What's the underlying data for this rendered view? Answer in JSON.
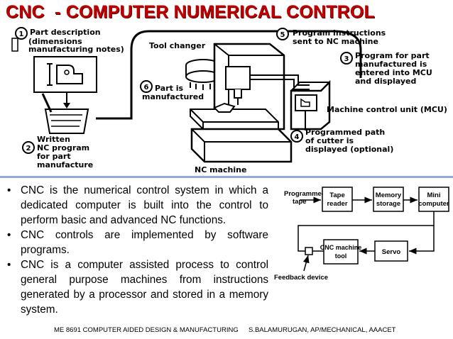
{
  "title": "CNC  - COMPUTER NUMERICAL CONTROL",
  "top_figure": {
    "step1": {
      "number": "1",
      "lines": [
        "Part description",
        "(dimensions",
        "manufacturing notes)"
      ]
    },
    "step2": {
      "number": "2",
      "lines": [
        "Written",
        "NC program",
        "for part",
        "manufacture"
      ]
    },
    "step3": {
      "number": "3",
      "lines": [
        "Program for part",
        "manufactured is",
        "entered into MCU",
        "and displayed"
      ]
    },
    "step4": {
      "number": "4",
      "lines": [
        "Programmed path",
        "of cutter is",
        "displayed (optional)"
      ]
    },
    "step5": {
      "number": "5",
      "lines": [
        "Program instructions",
        "sent to NC machine"
      ]
    },
    "step6": {
      "number": "6",
      "lines": [
        "Part is",
        "manufactured"
      ]
    },
    "tool_changer": "Tool changer",
    "mcu_label": "Machine control unit (MCU)",
    "nc_machine": "NC machine"
  },
  "bullets": [
    "CNC is the numerical control system in which a dedicated computer is built into the  control to perform basic and advanced NC functions.",
    "CNC controls are implemented by software programs.",
    "CNC is a computer assisted process to control general purpose machines from instructions generated by a processor and stored in a memory system."
  ],
  "block_diagram": {
    "programmed_tape": [
      "Programmed",
      "tape"
    ],
    "tape_reader": [
      "Tape",
      "reader"
    ],
    "memory_storage": [
      "Memory",
      "storage"
    ],
    "mini_computer": [
      "Mini",
      "computer"
    ],
    "servo": "Servo",
    "cnc_tool": [
      "CNC machine",
      "tool"
    ],
    "feedback_device": "Feedback device"
  },
  "footer": {
    "left": "ME 8691 COMPUTER AIDED DESIGN & MANUFACTURING",
    "right": "S.BALAMURUGAN, AP/MECHANICAL, AAACET"
  }
}
